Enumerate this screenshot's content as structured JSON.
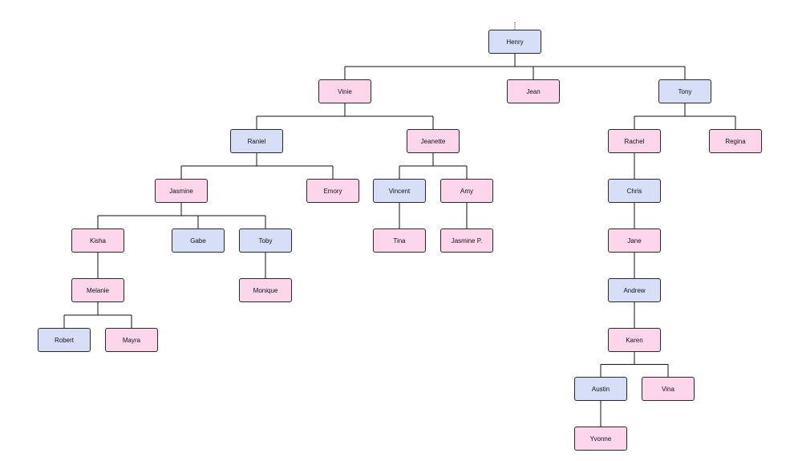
{
  "colors": {
    "male": "#d6def8",
    "female": "#fdd6eb",
    "line": "#111111"
  },
  "people": {
    "henry": "Henry",
    "vinie": "Vinie",
    "jean": "Jean",
    "tony": "Tony",
    "raniel": "Raniel",
    "jeanette": "Jeanette",
    "rachel": "Rachel",
    "regina": "Regina",
    "jasmine": "Jasmine",
    "emory": "Emory",
    "vincent": "Vincent",
    "amy": "Amy",
    "chris": "Chris",
    "kisha": "Kisha",
    "gabe": "Gabe",
    "toby": "Toby",
    "tina": "Tina",
    "jasmine_p": "Jasmine P.",
    "jane": "Jane",
    "melanie": "Melanie",
    "monique": "Monique",
    "andrew": "Andrew",
    "robert": "Robert",
    "mayra": "Mayra",
    "karen": "Karen",
    "austin": "Austin",
    "vina": "Vina",
    "yvonne": "Yvonne"
  },
  "relations": [
    {
      "parent": "henry",
      "children": [
        "vinie",
        "jean",
        "tony"
      ]
    },
    {
      "parent": "vinie",
      "children": [
        "raniel",
        "jeanette"
      ]
    },
    {
      "parent": "tony",
      "children": [
        "rachel",
        "regina"
      ]
    },
    {
      "parent": "raniel",
      "children": [
        "jasmine",
        "emory"
      ]
    },
    {
      "parent": "jeanette",
      "children": [
        "vincent",
        "amy"
      ]
    },
    {
      "parent": "rachel",
      "children": [
        "chris"
      ]
    },
    {
      "parent": "jasmine",
      "children": [
        "kisha",
        "gabe",
        "toby"
      ]
    },
    {
      "parent": "vincent",
      "children": [
        "tina"
      ]
    },
    {
      "parent": "amy",
      "children": [
        "jasmine_p"
      ]
    },
    {
      "parent": "chris",
      "children": [
        "jane"
      ]
    },
    {
      "parent": "kisha",
      "children": [
        "melanie"
      ]
    },
    {
      "parent": "toby",
      "children": [
        "monique"
      ]
    },
    {
      "parent": "jane",
      "children": [
        "andrew"
      ]
    },
    {
      "parent": "melanie",
      "children": [
        "robert",
        "mayra"
      ]
    },
    {
      "parent": "andrew",
      "children": [
        "karen"
      ]
    },
    {
      "parent": "karen",
      "children": [
        "austin",
        "vina"
      ]
    },
    {
      "parent": "austin",
      "children": [
        "yvonne"
      ]
    }
  ]
}
